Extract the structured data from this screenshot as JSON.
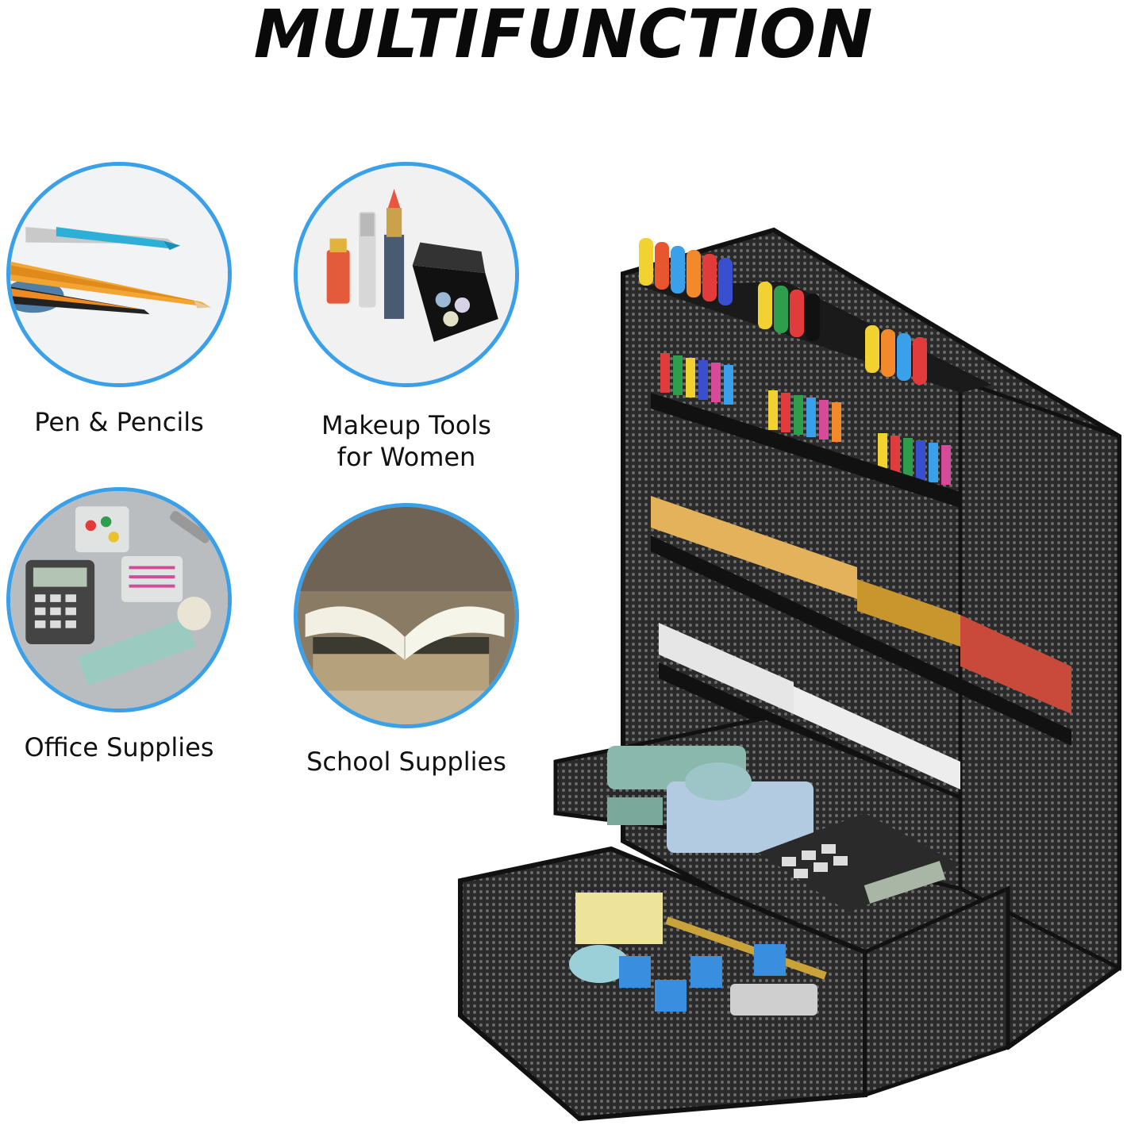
{
  "headline": "MULTIFUNCTION",
  "features": [
    {
      "caption": "Pen & Pencils",
      "icon": "pens-pencils-icon"
    },
    {
      "caption": "Makeup Tools for Women",
      "caption_line1": "Makeup Tools",
      "caption_line2": "for Women",
      "icon": "makeup-icon"
    },
    {
      "caption": "Office Supplies",
      "icon": "office-supplies-icon"
    },
    {
      "caption": "School Supplies",
      "icon": "books-icon"
    }
  ],
  "colors": {
    "accent_ring": "#3aa0ea",
    "headline": "#0a0a0a",
    "organizer_mesh": "#1c1c1c"
  }
}
